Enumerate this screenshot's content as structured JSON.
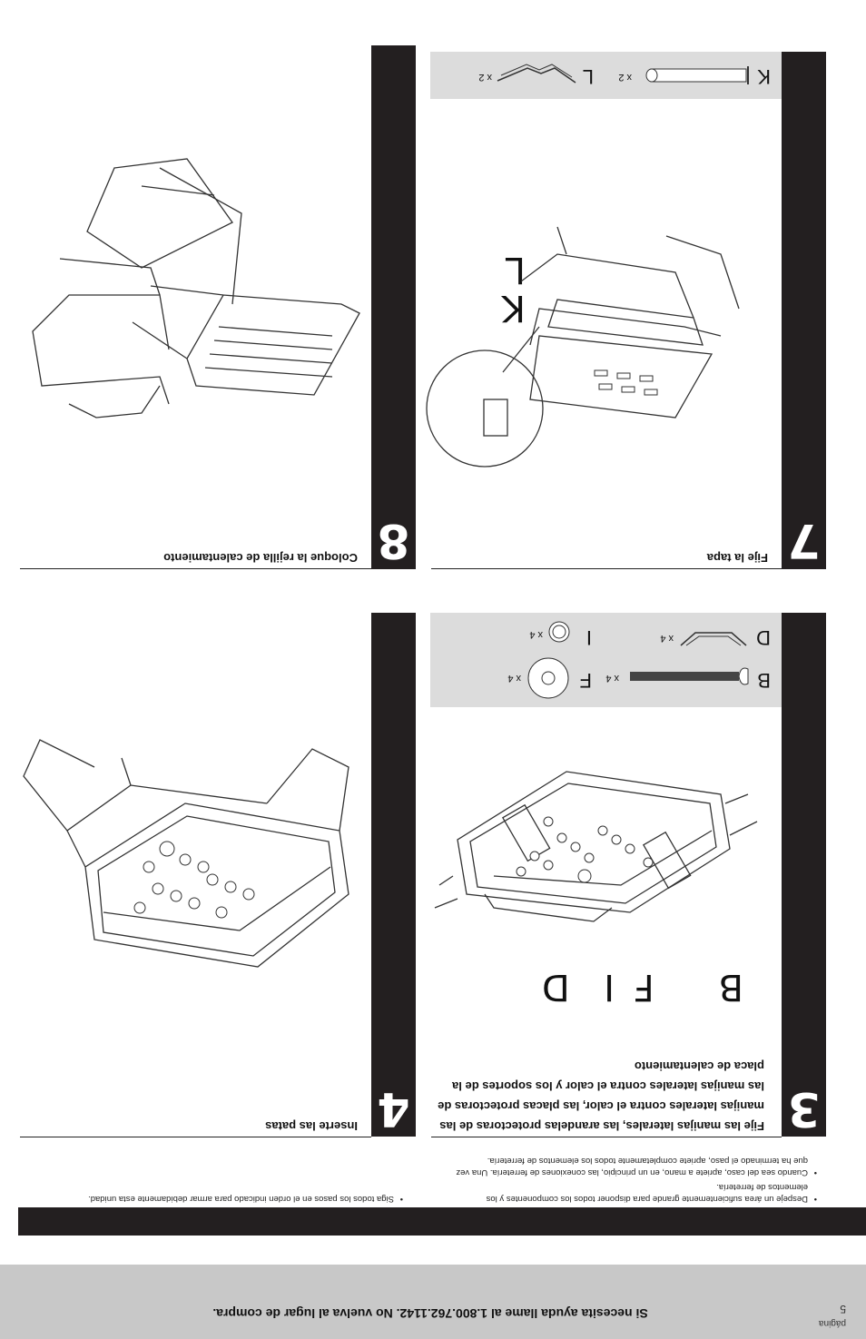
{
  "footer": {
    "help_text": "Si necesita ayuda llame al 1.800.762.1142. No vuelva al lugar de compra.",
    "page_label": "página",
    "page_number": "5"
  },
  "intro": {
    "left_bullets": [
      "Despeje un área suficientemente grande para disponer todos los componentes y los elementos de ferretería.",
      "Cuando sea del caso, apriete a mano, en un principio, las conexiones de ferretería. Una vez que ha terminado el paso, apriete completamente todos los elementos de ferretería."
    ],
    "right_bullets": [
      "Siga todos los pasos en el orden indicado para armar debidamente esta unidad."
    ]
  },
  "steps": [
    {
      "number": "3",
      "title": "Fije las manijas laterales, las arandelas protectoras de las manijas laterales contra el calor, las placas protectoras de las manijas laterales contra el calor y los soportes de la placa de calentamiento",
      "callouts": [
        "B",
        "F",
        "I",
        "D"
      ],
      "parts": [
        {
          "letter": "B",
          "qty": "x 4",
          "icon": "bolt-icon"
        },
        {
          "letter": "F",
          "qty": "x 4",
          "icon": "washer-icon"
        },
        {
          "letter": "D",
          "qty": "x 4",
          "icon": "bracket-icon"
        },
        {
          "letter": "I",
          "qty": "x 4",
          "icon": "small-washer-icon"
        }
      ]
    },
    {
      "number": "4",
      "title": "Inserte las patas"
    },
    {
      "number": "7",
      "title": "Fije la tapa",
      "callouts": [
        "K",
        "L"
      ],
      "parts": [
        {
          "letter": "K",
          "qty": "x 2",
          "icon": "pin-icon"
        },
        {
          "letter": "L",
          "qty": "x 2",
          "icon": "clip-icon"
        }
      ]
    },
    {
      "number": "8",
      "title": "Coloque la rejilla de calentamiento"
    }
  ]
}
